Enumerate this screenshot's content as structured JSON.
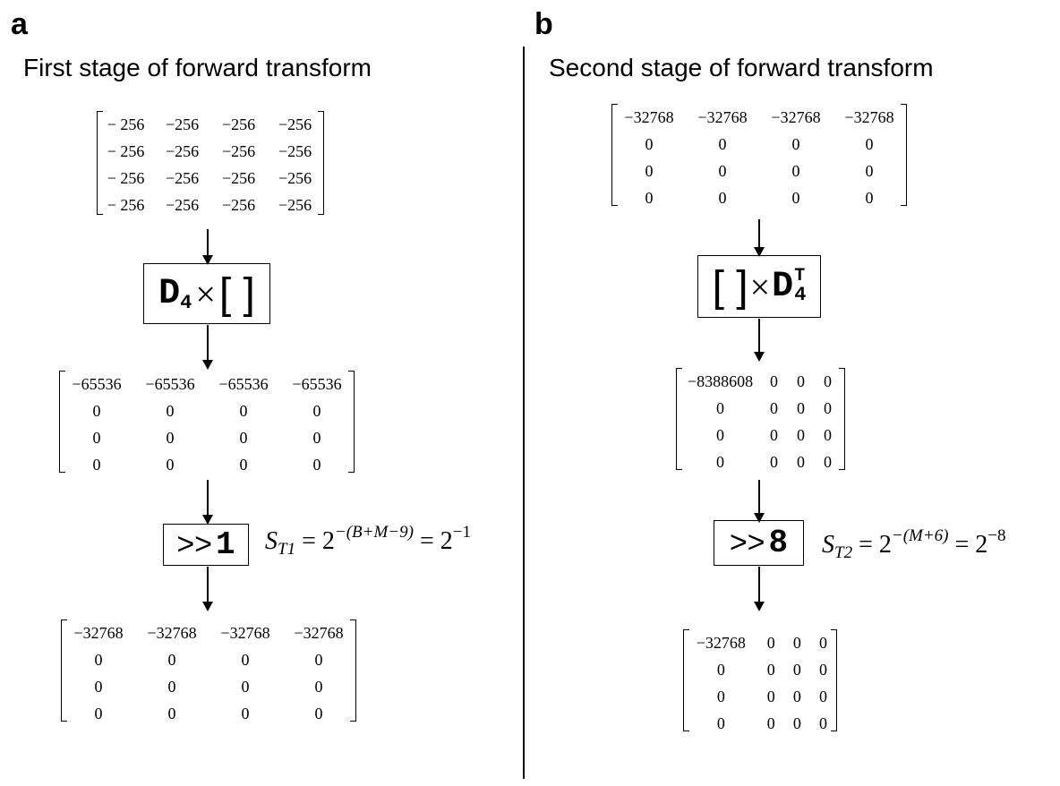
{
  "panel_a": {
    "letter": "a",
    "title": "First stage of forward transform",
    "input_matrix": [
      [
        "− 256",
        "−256",
        "−256",
        "−256"
      ],
      [
        "− 256",
        "−256",
        "−256",
        "−256"
      ],
      [
        "− 256",
        "−256",
        "−256",
        "−256"
      ],
      [
        "− 256",
        "−256",
        "−256",
        "−256"
      ]
    ],
    "op": {
      "matrix_name": "D",
      "subscript": "4",
      "times": "×",
      "bracket": "[ ]"
    },
    "mid_matrix": [
      [
        "−65536",
        "−65536",
        "−65536",
        "−65536"
      ],
      [
        "0",
        "0",
        "0",
        "0"
      ],
      [
        "0",
        "0",
        "0",
        "0"
      ],
      [
        "0",
        "0",
        "0",
        "0"
      ]
    ],
    "shift": {
      "label": ">>",
      "amount": "1"
    },
    "scale": {
      "S": "S",
      "sub": "T1",
      "eq": "= 2",
      "exp": "−(B+M−9)",
      "eq2": "= 2",
      "exp2": "−1"
    },
    "output_matrix": [
      [
        "−32768",
        "−32768",
        "−32768",
        "−32768"
      ],
      [
        "0",
        "0",
        "0",
        "0"
      ],
      [
        "0",
        "0",
        "0",
        "0"
      ],
      [
        "0",
        "0",
        "0",
        "0"
      ]
    ]
  },
  "panel_b": {
    "letter": "b",
    "title": "Second stage of forward transform",
    "input_matrix": [
      [
        "−32768",
        "−32768",
        "−32768",
        "−32768"
      ],
      [
        "0",
        "0",
        "0",
        "0"
      ],
      [
        "0",
        "0",
        "0",
        "0"
      ],
      [
        "0",
        "0",
        "0",
        "0"
      ]
    ],
    "op": {
      "bracket": "[ ]",
      "times": "×",
      "matrix_name": "D",
      "subscript": "4",
      "superscript": "T"
    },
    "mid_matrix": [
      [
        "−8388608",
        "0",
        "0",
        "0"
      ],
      [
        "0",
        "0",
        "0",
        "0"
      ],
      [
        "0",
        "0",
        "0",
        "0"
      ],
      [
        "0",
        "0",
        "0",
        "0"
      ]
    ],
    "shift": {
      "label": ">>",
      "amount": "8"
    },
    "scale": {
      "S": "S",
      "sub": "T2",
      "eq": "= 2",
      "exp": "−(M+6)",
      "eq2": "= 2",
      "exp2": "−8"
    },
    "output_matrix": [
      [
        "−32768",
        "0",
        "0",
        "0"
      ],
      [
        "0",
        "0",
        "0",
        "0"
      ],
      [
        "0",
        "0",
        "0",
        "0"
      ],
      [
        "0",
        "0",
        "0",
        "0"
      ]
    ]
  }
}
